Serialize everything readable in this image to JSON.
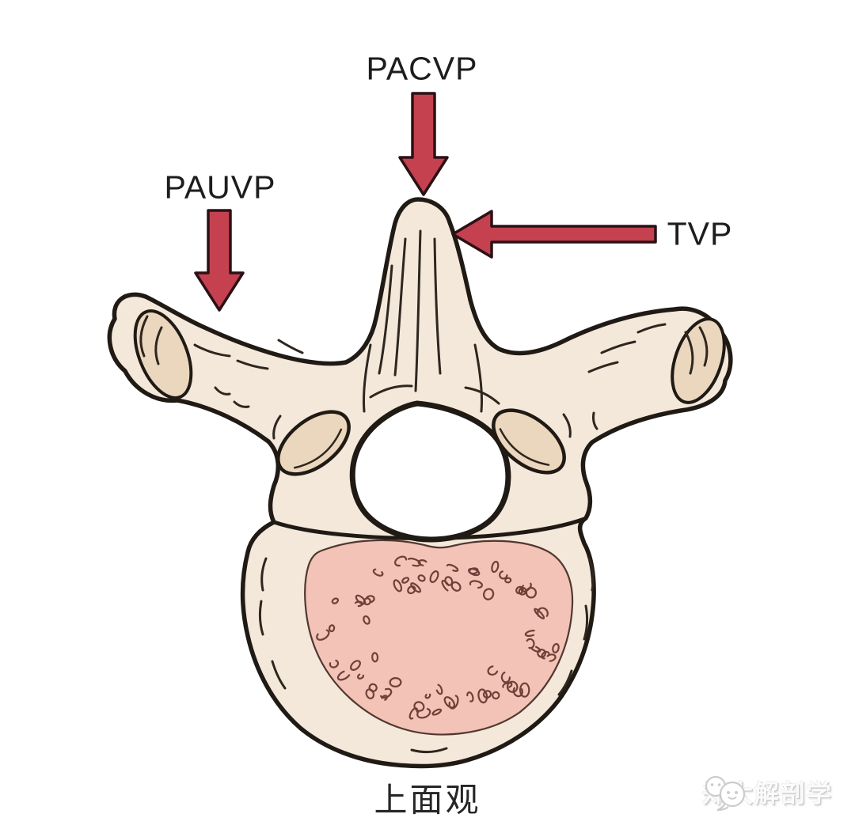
{
  "figure": {
    "caption": "上面观",
    "annotations": {
      "pacvp": "PACVP",
      "pauvp": "PAUVP",
      "tvp": "TVP"
    }
  },
  "watermark": {
    "text": "郑大解剖学",
    "icon": "wechat-chat-bubbles-icon"
  },
  "colors": {
    "arrow_fill": "#C5414F",
    "arrow_outline": "#2B1116",
    "bone_fill": "#F3E8DA",
    "bone_outline": "#201A15",
    "sketch_line": "#2E261F",
    "facet_fill": "#EBD7BD",
    "cancellous_fill": "#F2C2B5",
    "cancellous_border": "#4A2E28",
    "speckle_stroke": "#6E4038",
    "foramen_fill": "#FFFFFF",
    "label_color": "#1D1D1D",
    "watermark_color": "#C9C9C9"
  }
}
